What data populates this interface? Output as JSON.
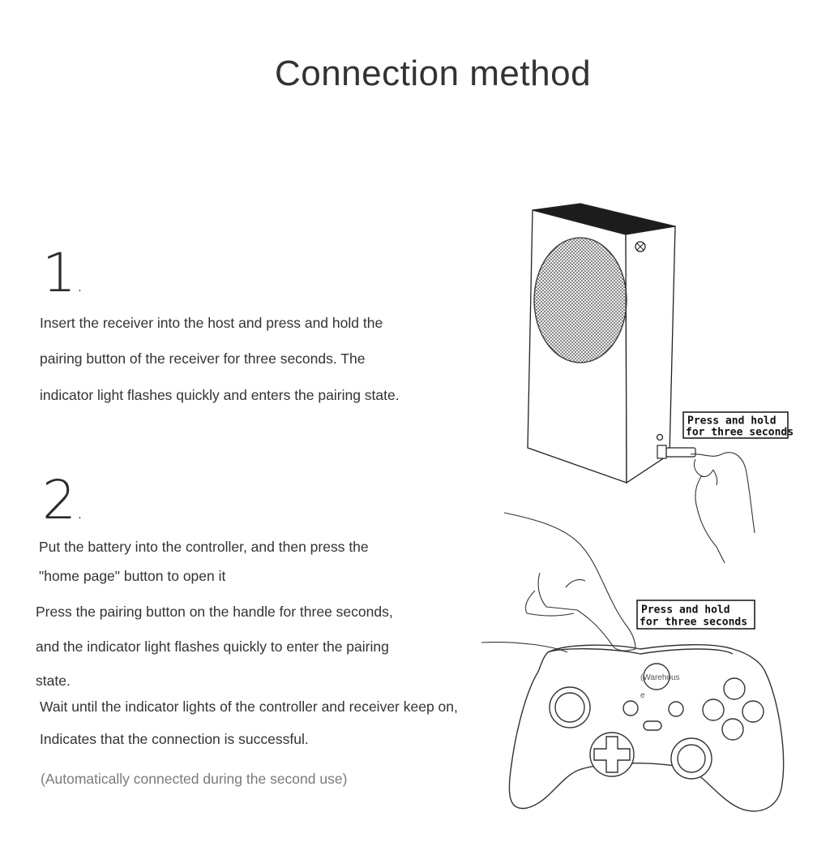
{
  "title": "Connection method",
  "step1": {
    "number": "1",
    "lines": [
      "Insert the receiver into the host and press and hold the",
      "pairing button of the receiver for three seconds. The",
      "indicator light flashes quickly and enters the pairing state."
    ]
  },
  "step2": {
    "number": "2",
    "lines": [
      "Put the battery into the controller, and then press the",
      "\"home page\" button to open it",
      "Press the pairing button on the handle for three seconds,",
      "and the indicator light flashes quickly to enter the pairing",
      "state.",
      "Wait until the indicator lights of the controller and receiver keep on,",
      "Indicates that the connection is successful."
    ],
    "note": "(Automatically connected during the second use)"
  },
  "illustration": {
    "callout_top": [
      "Press and hold",
      "for three seconds"
    ],
    "callout_bottom": [
      "Press and hold",
      "for three seconds"
    ],
    "home_button_label": [
      "(Warehous",
      "e"
    ]
  }
}
